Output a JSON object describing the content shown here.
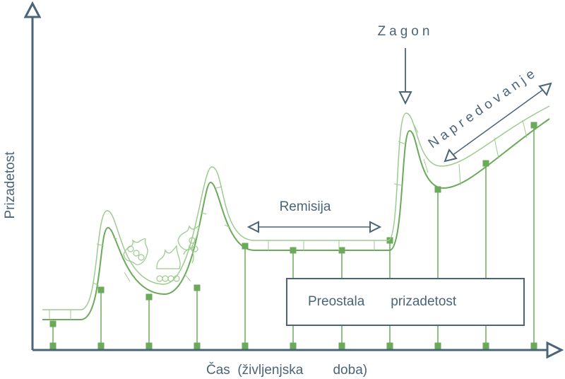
{
  "axes": {
    "y_label": "Prizadetost",
    "x_label": "Čas  (življenjska        doba)"
  },
  "annotations": {
    "onset": "Zagon",
    "remission": "Remisija",
    "progression": "Napredovanje",
    "residual_box": "Preostala       prizadetost"
  },
  "colors": {
    "axis": "#4a6478",
    "curve": "#6aaa5a",
    "curve_light": "#9ccb8f",
    "text": "#4a6478"
  },
  "icons": [
    "flame-icon",
    "chain-links-icon"
  ]
}
